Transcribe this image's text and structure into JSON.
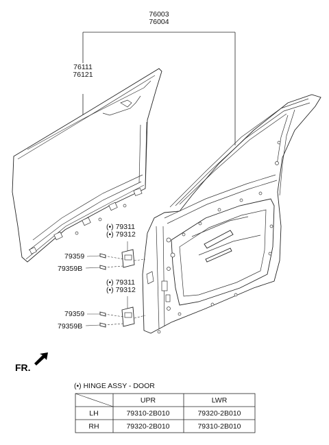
{
  "labels": {
    "assy_top_1": "76003",
    "assy_top_2": "76004",
    "panel_1": "76111",
    "panel_2": "76121",
    "hinge_upr_1": "(•) 79311",
    "hinge_upr_2": "(•) 79312",
    "hinge_lwr_1": "(•) 79311",
    "hinge_lwr_2": "(•) 79312",
    "bolt_upr_a": "79359",
    "bolt_upr_b": "79359B",
    "bolt_lwr_a": "79359",
    "bolt_lwr_b": "79359B",
    "front_marker": "FR."
  },
  "hinge_table": {
    "caption": "(•) HINGE ASSY - DOOR",
    "headers": [
      "",
      "UPR",
      "LWR"
    ],
    "rows": [
      {
        "side": "LH",
        "upr": "79310-2B010",
        "lwr": "79320-2B010"
      },
      {
        "side": "RH",
        "upr": "79320-2B010",
        "lwr": "79310-2B010"
      }
    ]
  }
}
